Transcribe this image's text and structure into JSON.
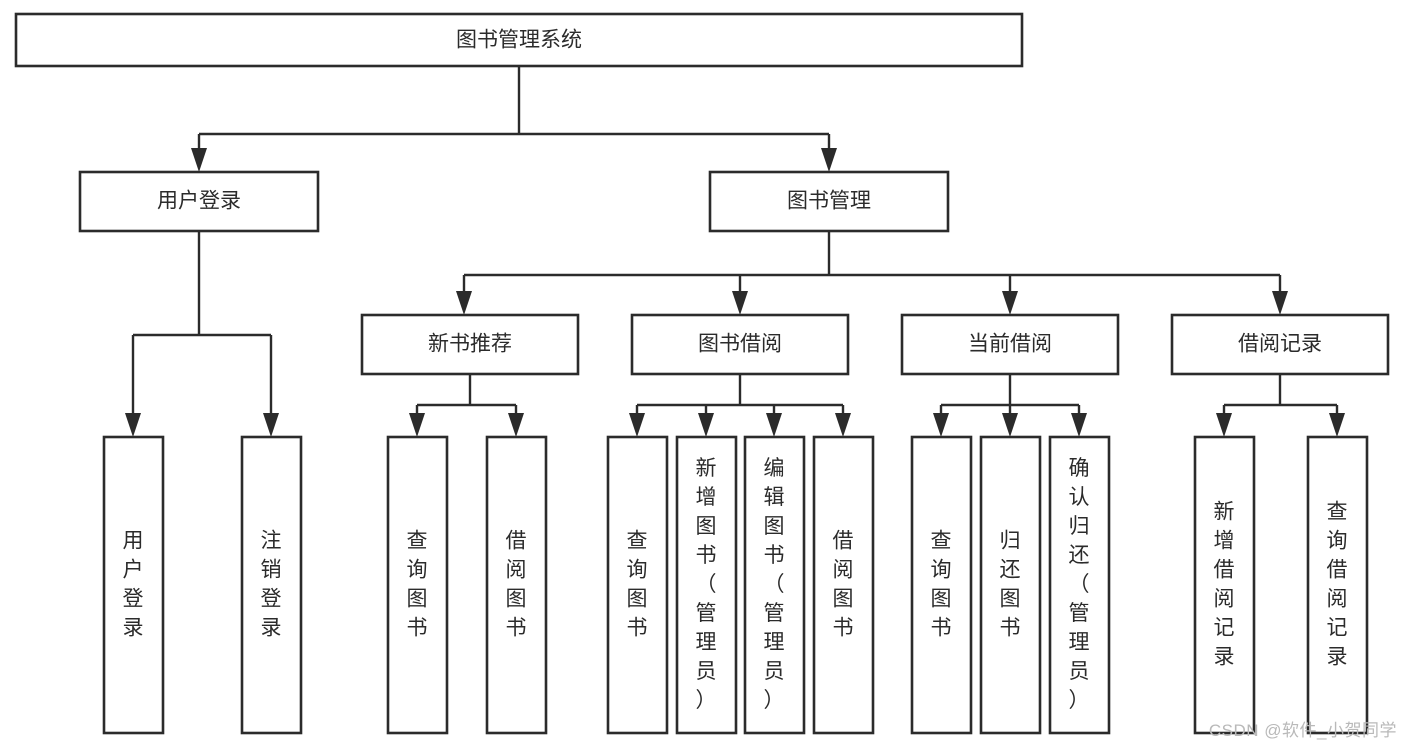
{
  "diagram": {
    "title": "图书管理系统",
    "type": "tree-hierarchy-chart",
    "orientation": "top-down",
    "colors": {
      "box_fill": "#ffffff",
      "box_stroke": "#2b2b2b",
      "edge": "#2b2b2b",
      "text": "#2b2b2b",
      "background": "#ffffff",
      "watermark": "#b9b9b9"
    },
    "root": {
      "id": "root",
      "label": "图书管理系统"
    },
    "level2": [
      {
        "id": "user-login",
        "label": "用户登录"
      },
      {
        "id": "book-manage",
        "label": "图书管理"
      }
    ],
    "level3": [
      {
        "id": "new-book-recommend",
        "label": "新书推荐"
      },
      {
        "id": "book-borrow",
        "label": "图书借阅"
      },
      {
        "id": "current-borrow",
        "label": "当前借阅"
      },
      {
        "id": "borrow-record",
        "label": "借阅记录"
      }
    ],
    "leaves": {
      "user_login": [
        {
          "id": "leaf-user-login",
          "label": "用户登录"
        },
        {
          "id": "leaf-logout-login",
          "label": "注销登录"
        }
      ],
      "new_book_recommend": [
        {
          "id": "leaf-query-book-1",
          "label": "查询图书"
        },
        {
          "id": "leaf-borrow-book-1",
          "label": "借阅图书"
        }
      ],
      "book_borrow": [
        {
          "id": "leaf-query-book-2",
          "label": "查询图书"
        },
        {
          "id": "leaf-add-book-admin",
          "label": "新增图书（管理员）"
        },
        {
          "id": "leaf-edit-book-admin",
          "label": "编辑图书（管理员）"
        },
        {
          "id": "leaf-borrow-book-2",
          "label": "借阅图书"
        }
      ],
      "current_borrow": [
        {
          "id": "leaf-query-book-3",
          "label": "查询图书"
        },
        {
          "id": "leaf-return-book",
          "label": "归还图书"
        },
        {
          "id": "leaf-confirm-return-admin",
          "label": "确认归还（管理员）"
        }
      ],
      "borrow_record": [
        {
          "id": "leaf-add-borrow-record",
          "label": "新增借阅记录"
        },
        {
          "id": "leaf-query-borrow-record",
          "label": "查询借阅记录"
        }
      ]
    }
  },
  "watermark": {
    "text": "CSDN @软件_小贺同学"
  }
}
